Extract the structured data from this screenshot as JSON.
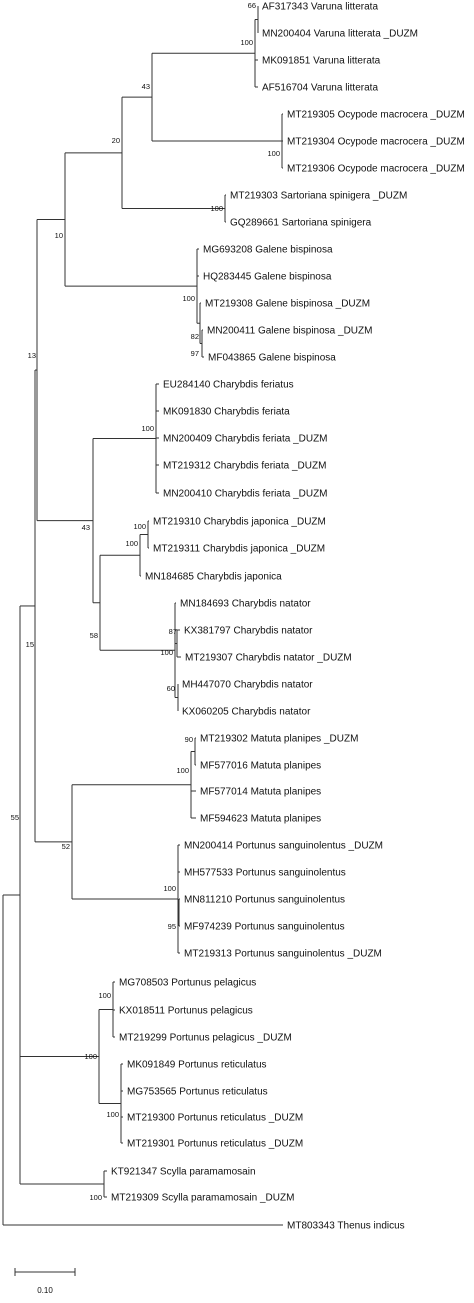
{
  "tree": {
    "taxa": [
      {
        "id": "t1",
        "label": "AF317343 Varuna litterata"
      },
      {
        "id": "t2",
        "label": "MN200404 Varuna litterata _DUZM"
      },
      {
        "id": "t3",
        "label": "MK091851 Varuna litterata"
      },
      {
        "id": "t4",
        "label": "AF516704 Varuna litterata"
      },
      {
        "id": "t5",
        "label": "MT219305 Ocypode macrocera _DUZM"
      },
      {
        "id": "t6",
        "label": "MT219304 Ocypode macrocera _DUZM"
      },
      {
        "id": "t7",
        "label": "MT219306 Ocypode macrocera _DUZM"
      },
      {
        "id": "t8",
        "label": "MT219303 Sartoriana spinigera _DUZM"
      },
      {
        "id": "t9",
        "label": "GQ289661 Sartoriana spinigera"
      },
      {
        "id": "t10",
        "label": "MG693208 Galene bispinosa"
      },
      {
        "id": "t11",
        "label": "HQ283445 Galene bispinosa"
      },
      {
        "id": "t12",
        "label": "MT219308 Galene bispinosa _DUZM"
      },
      {
        "id": "t13",
        "label": "MN200411 Galene bispinosa _DUZM"
      },
      {
        "id": "t14",
        "label": "MF043865 Galene bispinosa"
      },
      {
        "id": "t15",
        "label": "EU284140 Charybdis feriatus"
      },
      {
        "id": "t16",
        "label": "MK091830 Charybdis feriata"
      },
      {
        "id": "t17",
        "label": "MN200409 Charybdis feriata _DUZM"
      },
      {
        "id": "t18",
        "label": "MT219312 Charybdis feriata _DUZM"
      },
      {
        "id": "t19",
        "label": "MN200410 Charybdis feriata _DUZM"
      },
      {
        "id": "t20",
        "label": "MT219310 Charybdis japonica _DUZM"
      },
      {
        "id": "t21",
        "label": "MT219311 Charybdis japonica _DUZM"
      },
      {
        "id": "t22",
        "label": "MN184685 Charybdis japonica"
      },
      {
        "id": "t23",
        "label": "MN184693 Charybdis natator"
      },
      {
        "id": "t24",
        "label": "KX381797 Charybdis natator"
      },
      {
        "id": "t25",
        "label": "MT219307 Charybdis natator _DUZM"
      },
      {
        "id": "t26",
        "label": "MH447070 Charybdis natator"
      },
      {
        "id": "t27",
        "label": "KX060205 Charybdis natator"
      },
      {
        "id": "t28",
        "label": "MT219302 Matuta planipes _DUZM"
      },
      {
        "id": "t29",
        "label": "MF577016 Matuta planipes"
      },
      {
        "id": "t30",
        "label": "MF577014 Matuta planipes"
      },
      {
        "id": "t31",
        "label": "MF594623 Matuta planipes"
      },
      {
        "id": "t32",
        "label": "MN200414 Portunus sanguinolentus _DUZM"
      },
      {
        "id": "t33",
        "label": "MH577533 Portunus sanguinolentus"
      },
      {
        "id": "t34",
        "label": "MN811210 Portunus sanguinolentus"
      },
      {
        "id": "t35",
        "label": "MF974239 Portunus sanguinolentus"
      },
      {
        "id": "t36",
        "label": "MT219313 Portunus sanguinolentus _DUZM"
      },
      {
        "id": "t37",
        "label": "MG708503 Portunus pelagicus"
      },
      {
        "id": "t38",
        "label": "KX018511 Portunus pelagicus"
      },
      {
        "id": "t39",
        "label": "MT219299 Portunus pelagicus _DUZM"
      },
      {
        "id": "t40",
        "label": "MK091849 Portunus reticulatus"
      },
      {
        "id": "t41",
        "label": "MG753565 Portunus reticulatus"
      },
      {
        "id": "t42",
        "label": "MT219300 Portunus reticulatus _DUZM"
      },
      {
        "id": "t43",
        "label": "MT219301 Portunus reticulatus _DUZM"
      },
      {
        "id": "t44",
        "label": "KT921347 Scylla paramamosain"
      },
      {
        "id": "t45",
        "label": "MT219309 Scylla paramamosain _DUZM"
      },
      {
        "id": "t46",
        "label": "MT803343 Thenus indicus"
      }
    ],
    "bootstrap": [
      {
        "id": "b66",
        "value": "66"
      },
      {
        "id": "b100_varuna",
        "value": "100"
      },
      {
        "id": "b43_a",
        "value": "43"
      },
      {
        "id": "b100_ocypode",
        "value": "100"
      },
      {
        "id": "b20",
        "value": "20"
      },
      {
        "id": "b100_sartoriana",
        "value": "100"
      },
      {
        "id": "b10",
        "value": "10"
      },
      {
        "id": "b100_galene",
        "value": "100"
      },
      {
        "id": "b82",
        "value": "82"
      },
      {
        "id": "b97",
        "value": "97"
      },
      {
        "id": "b13",
        "value": "13"
      },
      {
        "id": "b100_feriata",
        "value": "100"
      },
      {
        "id": "b43_b",
        "value": "43"
      },
      {
        "id": "b100_japonica_in",
        "value": "100"
      },
      {
        "id": "b100_japonica",
        "value": "100"
      },
      {
        "id": "b58",
        "value": "58"
      },
      {
        "id": "b87",
        "value": "87"
      },
      {
        "id": "b100_natator",
        "value": "100"
      },
      {
        "id": "b60",
        "value": "60"
      },
      {
        "id": "b15",
        "value": "15"
      },
      {
        "id": "b90",
        "value": "90"
      },
      {
        "id": "b100_matuta",
        "value": "100"
      },
      {
        "id": "b52",
        "value": "52"
      },
      {
        "id": "b100_sanguin",
        "value": "100"
      },
      {
        "id": "b95",
        "value": "95"
      },
      {
        "id": "b55",
        "value": "55"
      },
      {
        "id": "b100_pelagicus",
        "value": "100"
      },
      {
        "id": "b100_portunus",
        "value": "100"
      },
      {
        "id": "b100_reticulatus",
        "value": "100"
      },
      {
        "id": "b100_scylla",
        "value": "100"
      }
    ],
    "scale_bar": {
      "label": "0.10"
    }
  }
}
